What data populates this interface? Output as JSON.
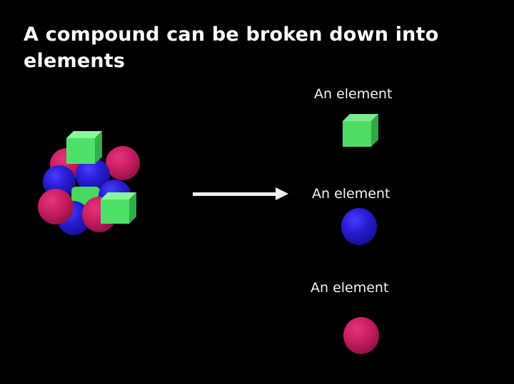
{
  "slide": {
    "title": "A compound can be broken down into elements",
    "compound": {
      "name": "compound-cluster",
      "components": [
        "green-cube",
        "blue-sphere",
        "pink-sphere"
      ]
    },
    "arrow": "right-arrow",
    "elements": [
      {
        "label": "An element",
        "shape": "green-cube"
      },
      {
        "label": "An element",
        "shape": "blue-sphere"
      },
      {
        "label": "An element",
        "shape": "pink-sphere"
      }
    ],
    "colors": {
      "background": "#000000",
      "text": "#ffffff",
      "green": "#4fe06a",
      "blue": "#2a1fd6",
      "pink": "#c81e62"
    }
  }
}
